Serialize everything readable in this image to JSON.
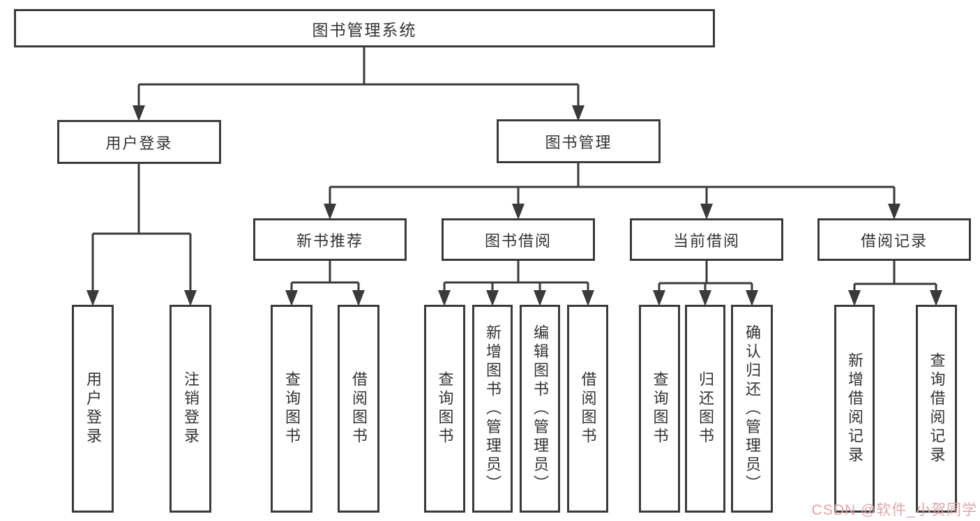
{
  "nodes": {
    "root": "图书管理系统",
    "user_login": "用户登录",
    "book_mgmt": "图书管理",
    "new_book": "新书推荐",
    "book_borrow": "图书借阅",
    "current_borrow": "当前借阅",
    "borrow_record": "借阅记录",
    "leaf_user_login": "用户登录",
    "leaf_logout": "注销登录",
    "leaf_nb_query": "查询图书",
    "leaf_nb_borrow": "借阅图书",
    "leaf_bb_query": "查询图书",
    "leaf_bb_add": "新增图书（管理员）",
    "leaf_bb_edit": "编辑图书（管理员）",
    "leaf_bb_borrow": "借阅图书",
    "leaf_cb_query": "查询图书",
    "leaf_cb_return": "归还图书",
    "leaf_cb_confirm": "确认归还（管理员）",
    "leaf_br_add": "新增借阅记录",
    "leaf_br_query": "查询借阅记录"
  },
  "watermark": {
    "text": "CSDN @软件_小贺同学",
    "color": "#dfa6aa"
  },
  "colors": {
    "line": "#3a3a3a",
    "text": "#333333",
    "background": "#ffffff"
  }
}
